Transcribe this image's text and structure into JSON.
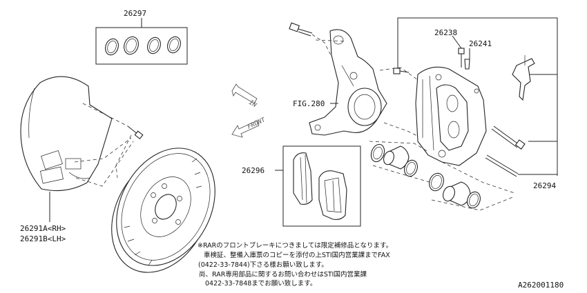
{
  "labels": {
    "seal_kit": "26297",
    "pad_kit": "26296",
    "cover_rh": "26291A<RH>",
    "cover_lh": "26291B<LH>",
    "bleeder_a": "26238",
    "bleeder_b": "26241",
    "caliper": "26294",
    "fig_ref": "FIG.280"
  },
  "directions": {
    "in": "IN",
    "front": "FRONT"
  },
  "note_lines": [
    "※RARのフロントブレーキにつきましては限定補修品となります。",
    "車検証、整備入庫票のコピーを添付の上STI国内営業課までFAX",
    "(0422-33-7844)下さる様お願い致します。",
    "尚、RAR専用部品に関するお問い合わせはSTI国内営業課",
    "0422-33-7848までお願い致します。"
  ],
  "diagram_id": "A262001180"
}
